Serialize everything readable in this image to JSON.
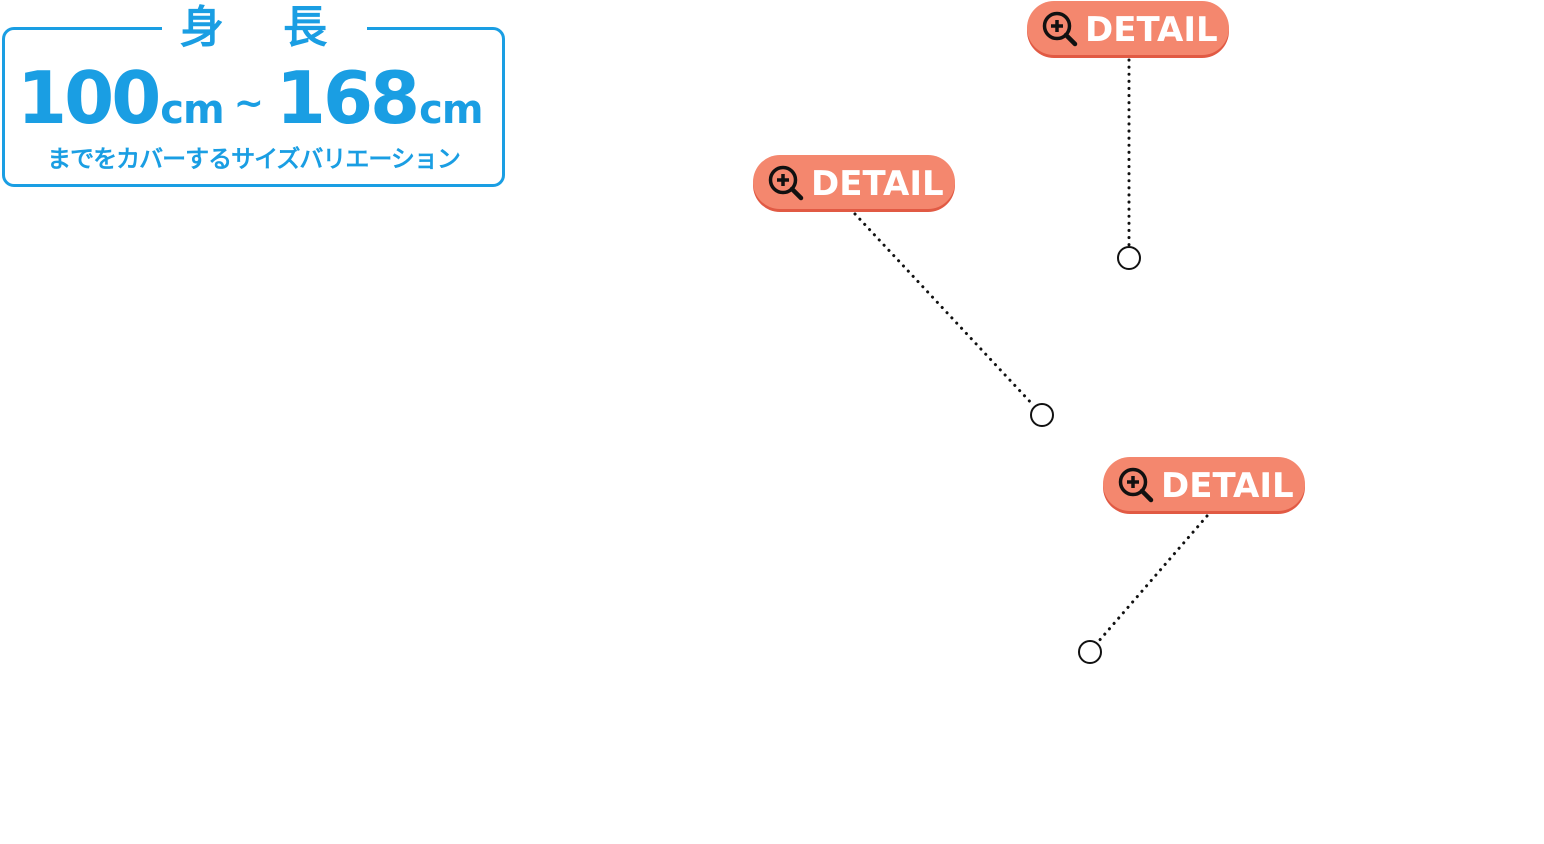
{
  "height_badge": {
    "title": "身 長",
    "min_value": "100",
    "min_unit": "cm",
    "separator": "~",
    "max_value": "168",
    "max_unit": "cm",
    "caption": "までをカバーするサイズバリエーション",
    "color": "#1a9ee3"
  },
  "detail_buttons": [
    {
      "label": "DETAIL",
      "icon": "zoom-in-icon"
    },
    {
      "label": "DETAIL",
      "icon": "zoom-in-icon"
    },
    {
      "label": "DETAIL",
      "icon": "zoom-in-icon"
    }
  ],
  "colors": {
    "button_fill": "#f4876e",
    "button_shadow": "#e15a44",
    "leader_line": "#111111",
    "icon": "#111111"
  }
}
